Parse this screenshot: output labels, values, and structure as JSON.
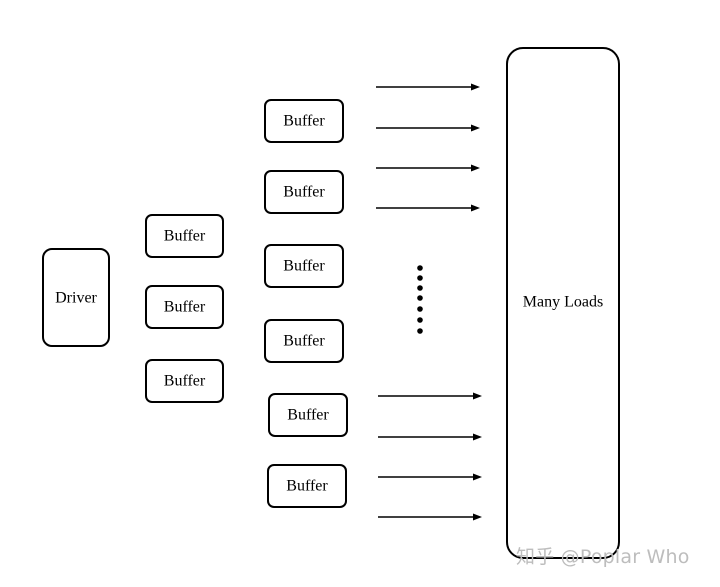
{
  "driver": {
    "label": "Driver"
  },
  "buffers_stage1": [
    {
      "label": "Buffer"
    },
    {
      "label": "Buffer"
    },
    {
      "label": "Buffer"
    }
  ],
  "buffers_stage2": [
    {
      "label": "Buffer"
    },
    {
      "label": "Buffer"
    },
    {
      "label": "Buffer"
    },
    {
      "label": "Buffer"
    },
    {
      "label": "Buffer"
    },
    {
      "label": "Buffer"
    }
  ],
  "loads": {
    "label": "Many Loads"
  },
  "arrows": {
    "top_count": 4,
    "bottom_count": 4
  },
  "ellipsis": {
    "dot_count": 7
  },
  "watermark": {
    "text": "知乎 @Poplar Who"
  }
}
